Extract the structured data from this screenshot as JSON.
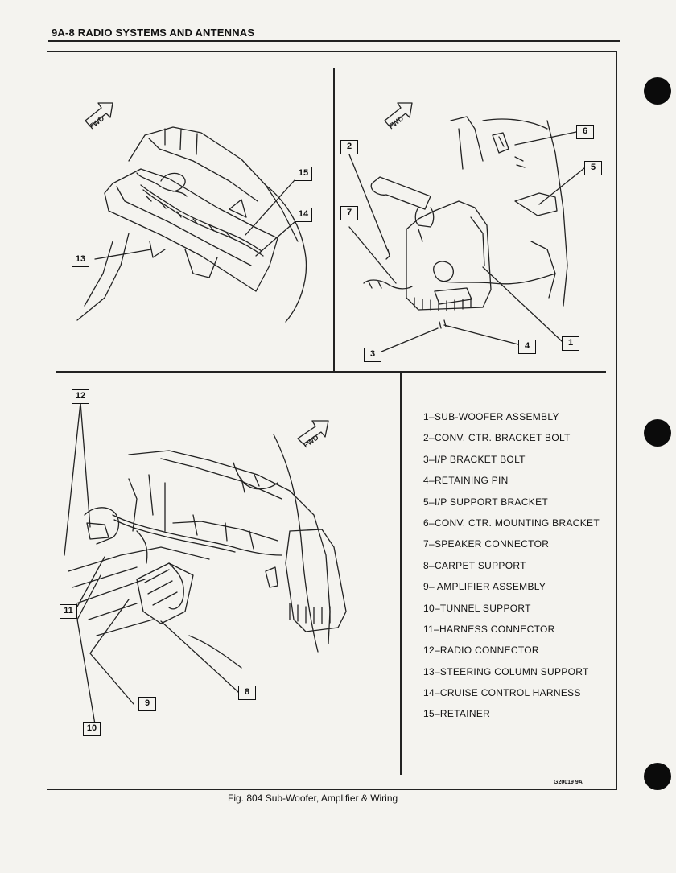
{
  "header": {
    "title": "9A-8  RADIO SYSTEMS AND ANTENNAS"
  },
  "figure": {
    "fwd_label": "FWD",
    "callouts": [
      "15",
      "14",
      "13",
      "2",
      "7",
      "6",
      "5",
      "1",
      "3",
      "4",
      "12",
      "11",
      "9",
      "10",
      "8"
    ],
    "legend": [
      "1–SUB-WOOFER ASSEMBLY",
      "2–CONV. CTR. BRACKET BOLT",
      "3–I/P BRACKET BOLT",
      "4–RETAINING PIN",
      "5–I/P SUPPORT BRACKET",
      "6–CONV. CTR. MOUNTING BRACKET",
      "7–SPEAKER CONNECTOR",
      "8–CARPET SUPPORT",
      "9– AMPLIFIER ASSEMBLY",
      "10–TUNNEL SUPPORT",
      "11–HARNESS CONNECTOR",
      "12–RADIO CONNECTOR",
      "13–STEERING COLUMN SUPPORT",
      "14–CRUISE CONTROL HARNESS",
      "15–RETAINER"
    ],
    "code": "G20019 9A",
    "caption": "Fig. 804 Sub-Woofer, Amplifier & Wiring"
  }
}
